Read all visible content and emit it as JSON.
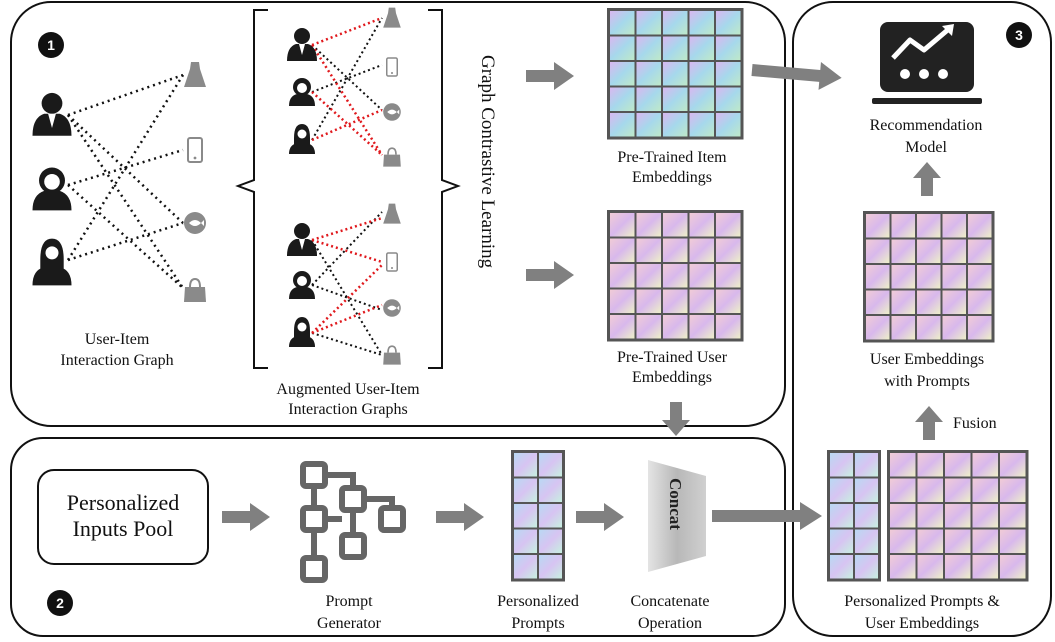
{
  "badges": {
    "one": "1",
    "two": "2",
    "three": "3"
  },
  "stage1": {
    "graph_label_1": "User-Item",
    "graph_label_2": "Interaction Graph",
    "aug_label_1": "Augmented User-Item",
    "aug_label_2": "Interaction Graphs",
    "gcl_label": "Graph Contrastive Learning",
    "item_emb_1": "Pre-Trained Item",
    "item_emb_2": "Embeddings",
    "user_emb_1": "Pre-Trained User",
    "user_emb_2": "Embeddings"
  },
  "stage2": {
    "inputs_pool_1": "Personalized",
    "inputs_pool_2": "Inputs Pool",
    "prompt_gen_1": "Prompt",
    "prompt_gen_2": "Generator",
    "prompts_1": "Personalized",
    "prompts_2": "Prompts",
    "concat": "Concat",
    "concat_op_1": "Concatenate",
    "concat_op_2": "Operation"
  },
  "stage3": {
    "rec_model_1": "Recommendation",
    "rec_model_2": "Model",
    "user_prompt_emb_1": "User Embeddings",
    "user_prompt_emb_2": "with Prompts",
    "fusion": "Fusion",
    "pp_ue_1": "Personalized Prompts &",
    "pp_ue_2": "User Embeddings"
  },
  "icons": [
    "user-icon",
    "dress-icon",
    "phone-icon",
    "fish-icon",
    "bag-icon",
    "tree-icon",
    "chart-monitor-icon"
  ],
  "colors": {
    "arrow": "#808080",
    "solid_edge": "#111111",
    "aug_edge": "#e0191d",
    "panel_border": "#111111"
  }
}
